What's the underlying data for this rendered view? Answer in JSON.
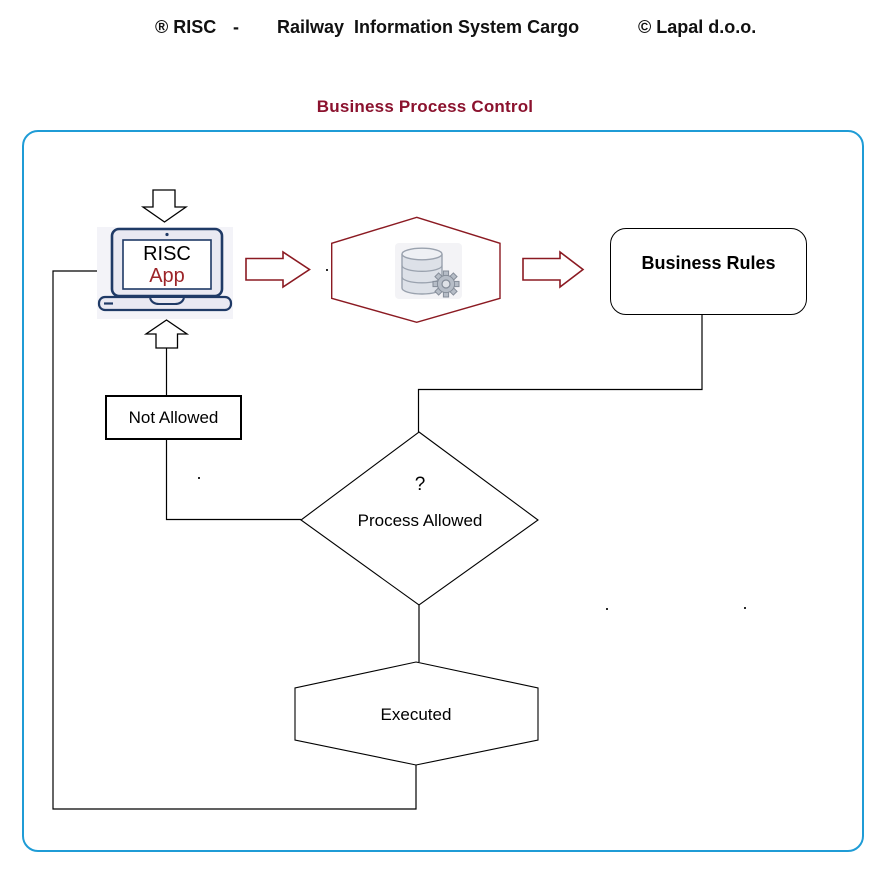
{
  "header": {
    "registered": "® RISC",
    "dash": "-",
    "app_name": "Railway  Information System Cargo",
    "copyright": "© Lapal d.o.o."
  },
  "title": "Business Process Control",
  "colors": {
    "title_red": "#8b122e",
    "shape_maroon": "#8b1a22",
    "laptop_navy": "#1f3a66",
    "boundary_blue": "#1f9cd6",
    "line_black": "#000000",
    "app_text_red": "#9c2428"
  },
  "flow": {
    "laptop": {
      "line1": "RISC",
      "line2": "App"
    },
    "business_rules": {
      "label": "Business Rules"
    },
    "not_allowed": {
      "label": "Not Allowed"
    },
    "decision": {
      "question_mark": "?",
      "label": "Process Allowed"
    },
    "executed": {
      "label": "Executed"
    }
  },
  "icons": {
    "down_arrow": "down-arrow-icon",
    "up_arrow": "up-arrow-icon",
    "right_arrow_input": "right-arrow-icon",
    "right_arrow_output": "right-arrow-icon",
    "laptop": "laptop-icon",
    "database": "database-gear-icon"
  }
}
